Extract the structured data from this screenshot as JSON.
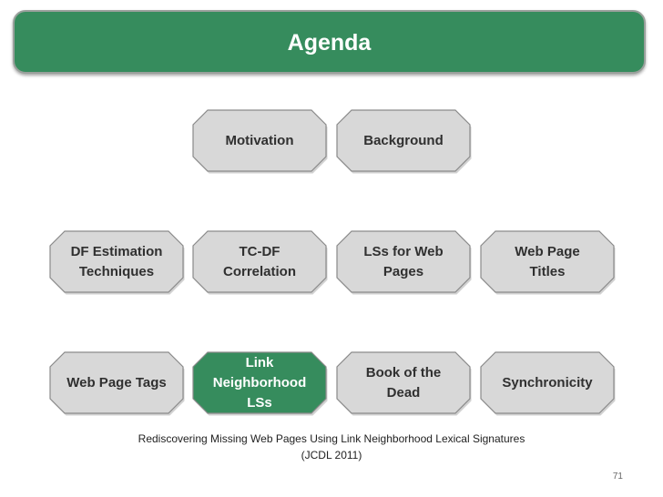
{
  "header": {
    "title": "Agenda"
  },
  "nodes": [
    {
      "label": "Motivation",
      "active": false
    },
    {
      "label": "Background",
      "active": false
    },
    {
      "label": "DF Estimation\nTechniques",
      "active": false
    },
    {
      "label": "TC-DF\nCorrelation",
      "active": false
    },
    {
      "label": "LSs for Web\nPages",
      "active": false
    },
    {
      "label": "Web Page\nTitles",
      "active": false
    },
    {
      "label": "Web Page Tags",
      "active": false
    },
    {
      "label": "Link\nNeighborhood\nLSs",
      "active": true
    },
    {
      "label": "Book of the\nDead",
      "active": false
    },
    {
      "label": "Synchronicity",
      "active": false
    }
  ],
  "footer": {
    "citation_line1": "Rediscovering Missing Web Pages Using Link Neighborhood Lexical Signatures",
    "citation_line2": "(JCDL 2011)"
  },
  "page_number": "71",
  "colors": {
    "header_fill": "#368c5d",
    "node_fill": "#d8d8d8",
    "node_stroke": "#8a8a8a",
    "active_fill": "#368c5d"
  }
}
